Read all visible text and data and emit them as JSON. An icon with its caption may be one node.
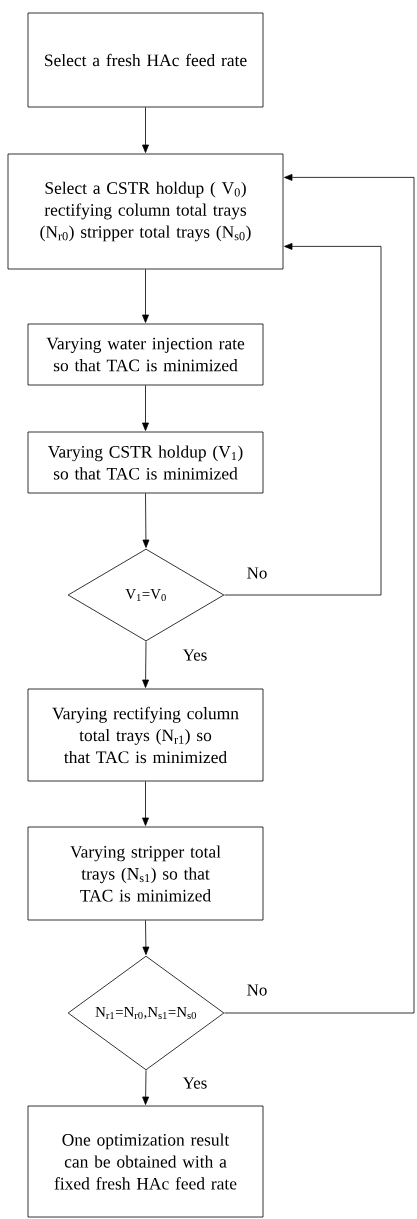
{
  "diagram": {
    "nodes": [
      {
        "text": [
          "Select a fresh HAc feed rate"
        ]
      },
      {
        "text": [
          "Select a CSTR holdup ( V$_{0}$) rectifying column total trays (N$_{r0}$) stripper total trays (N$_{s0}$)"
        ]
      },
      {
        "text": [
          "Varying water injection rate so that TAC is minimized"
        ]
      },
      {
        "text": [
          "Varying CSTR holdup (V$_{1}$) so that TAC is minimized"
        ]
      },
      {
        "text": [
          "V$_{1}$=V$_{0}$"
        ]
      },
      {
        "text": [
          "Varying rectifying column total trays (N$_{r1}$) so that TAC is minimized"
        ]
      },
      {
        "text": [
          "Varying stripper total trays (N$_{s1}$) so that TAC is minimized"
        ]
      },
      {
        "text": [
          "N$_{r1}$=N$_{r0}$,N$_{s1}$=N$_{s0}$"
        ]
      },
      {
        "text": [
          "One optimization result can be obtained with a fixed fresh HAc feed rate"
        ]
      }
    ],
    "edges": [
      {
        "from": 0,
        "to": 1,
        "arrow": "to"
      },
      {
        "from": 1,
        "to": 2,
        "arrow": "to"
      },
      {
        "from": 2,
        "to": 3,
        "arrow": "to"
      },
      {
        "from": 3,
        "to": 4,
        "arrow": "to"
      },
      {
        "from": 4,
        "to": 1,
        "arrow": "to",
        "label": "No"
      },
      {
        "from": 4,
        "to": 5,
        "arrow": "to",
        "label": "Yes"
      },
      {
        "from": 5,
        "to": 6,
        "arrow": "to"
      },
      {
        "from": 6,
        "to": 7,
        "arrow": "to"
      },
      {
        "from": 7,
        "to": 1,
        "arrow": "to",
        "label": "No"
      },
      {
        "from": 7,
        "to": 8,
        "arrow": "to",
        "label": "Yes"
      }
    ]
  }
}
